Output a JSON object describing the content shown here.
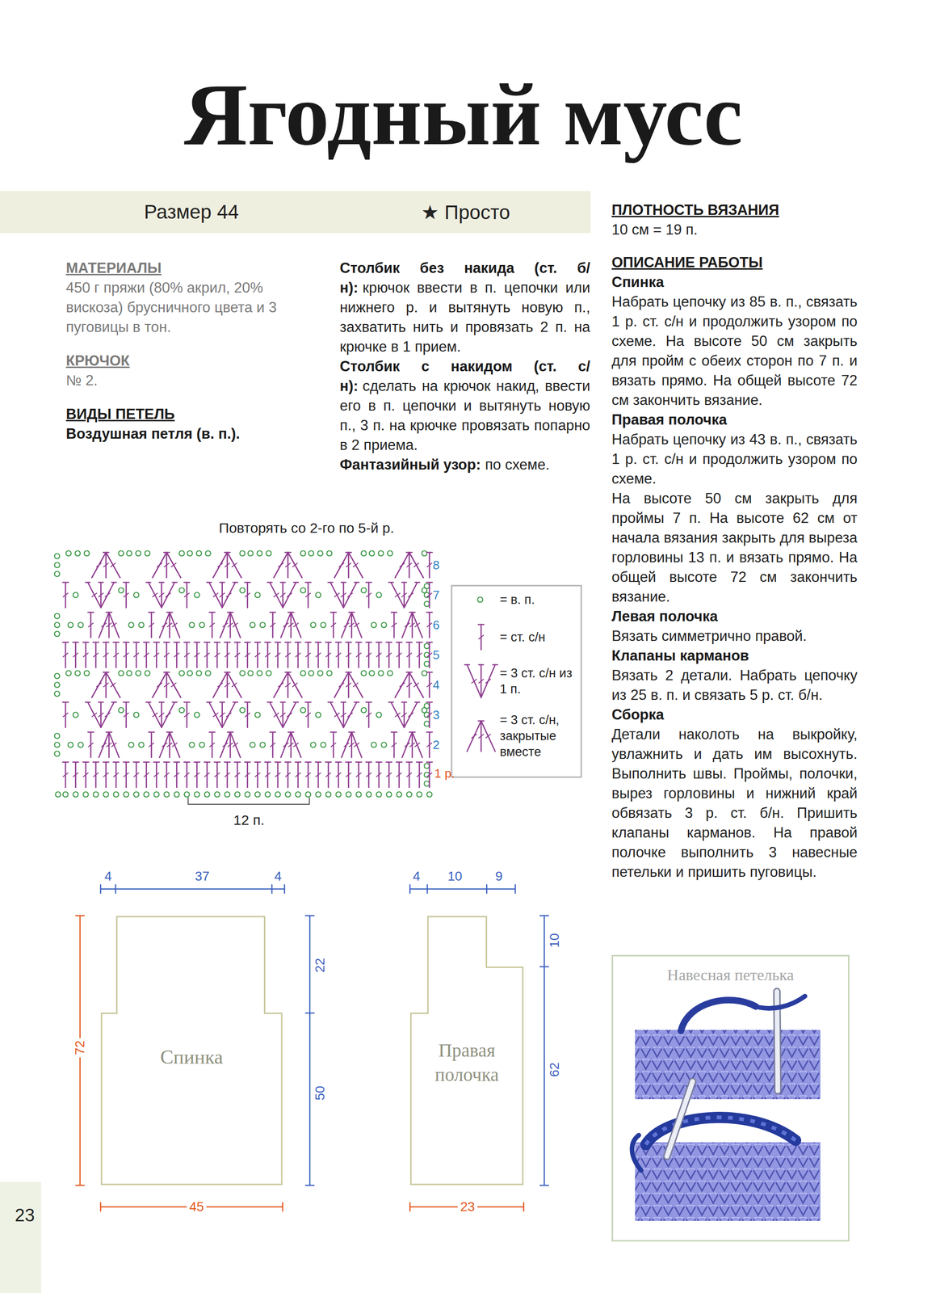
{
  "diagram": {
    "title": "Ягодный мусс",
    "nodes": [
      {
        "text": [
          "Спинка"
        ]
      },
      {
        "text": [
          "Правая полочка"
        ]
      },
      {
        "text": [
          "Навесная петелька"
        ]
      }
    ],
    "labels": [
      "Размер 44",
      "★ Просто",
      "МАТЕРИАЛЫ",
      "450 г пряжи (80% акрил, 20% вискоза) брусничного цвета и 3 пуговицы в тон.",
      "КРЮЧОК",
      "№ 2.",
      "ВИДЫ ПЕТЕЛЬ",
      "Воздушная петля (в. п.).",
      "Столбик без накида (ст. б/н):",
      "крючок ввести в п. цепочки или нижнего р. и вытянуть новую п., захватить нить и провязать 2 п. на крючке в 1 прием.",
      "Столбик с накидом (ст. с/н):",
      "сделать на крючок накид, ввести его в п. цепочки и вытянуть новую п., 3 п. на крючке провязать попарно в 2 приема.",
      "Фантазийный узор:",
      "по схеме.",
      "ПЛОТНОСТЬ ВЯЗАНИЯ",
      "10 см = 19 п.",
      "ОПИСАНИЕ РАБОТЫ",
      "Спинка",
      "Набрать цепочку из 85 в. п., связать 1 р. ст. с/н и продолжить узором по схеме. На высоте 50 см закрыть для пройм с обеих сторон по 7 п. и вязать прямо. На общей высоте 72 см закончить вязание.",
      "Правая полочка",
      "Набрать цепочку из 43 в. п., связать 1 р. ст. с/н и продолжить узором по схеме.",
      "На высоте 50 см закрыть для проймы 7 п. На высоте 62 см от начала вязания закрыть для выреза горловины 13 п. и вязать прямо. На общей высоте 72 см закончить вязание.",
      "Левая полочка",
      "Вязать симметрично правой.",
      "Клапаны карманов",
      "Вязать 2 детали. Набрать цепочку из 25 в. п. и связать 5 р. ст. б/н.",
      "Сборка",
      "Детали наколоть на выкройку, увлажнить и дать им высохнуть. Выполнить швы. Проймы, полочки, вырез горловины и нижний край обвязать 3 р. ст. б/н. Пришить клапаны карманов. На правой полочке выполнить 3 навесные петельки и пришить пуговицы.",
      "Повторять со 2-го по 5-й р.",
      "1 р.",
      "2",
      "3",
      "4",
      "5",
      "6",
      "7",
      "8",
      "12 п.",
      "4",
      "37",
      "4",
      "72",
      "22",
      "50",
      "45",
      "4",
      "10",
      "9",
      "10",
      "62",
      "23",
      "23"
    ],
    "legend": [
      {
        "text": "= в. п."
      },
      {
        "text": "= ст. с/н"
      },
      {
        "text": "= 3 ст. с/н из 1 п."
      },
      {
        "text": "= 3 ст. с/н, закрытые вместе"
      }
    ]
  }
}
